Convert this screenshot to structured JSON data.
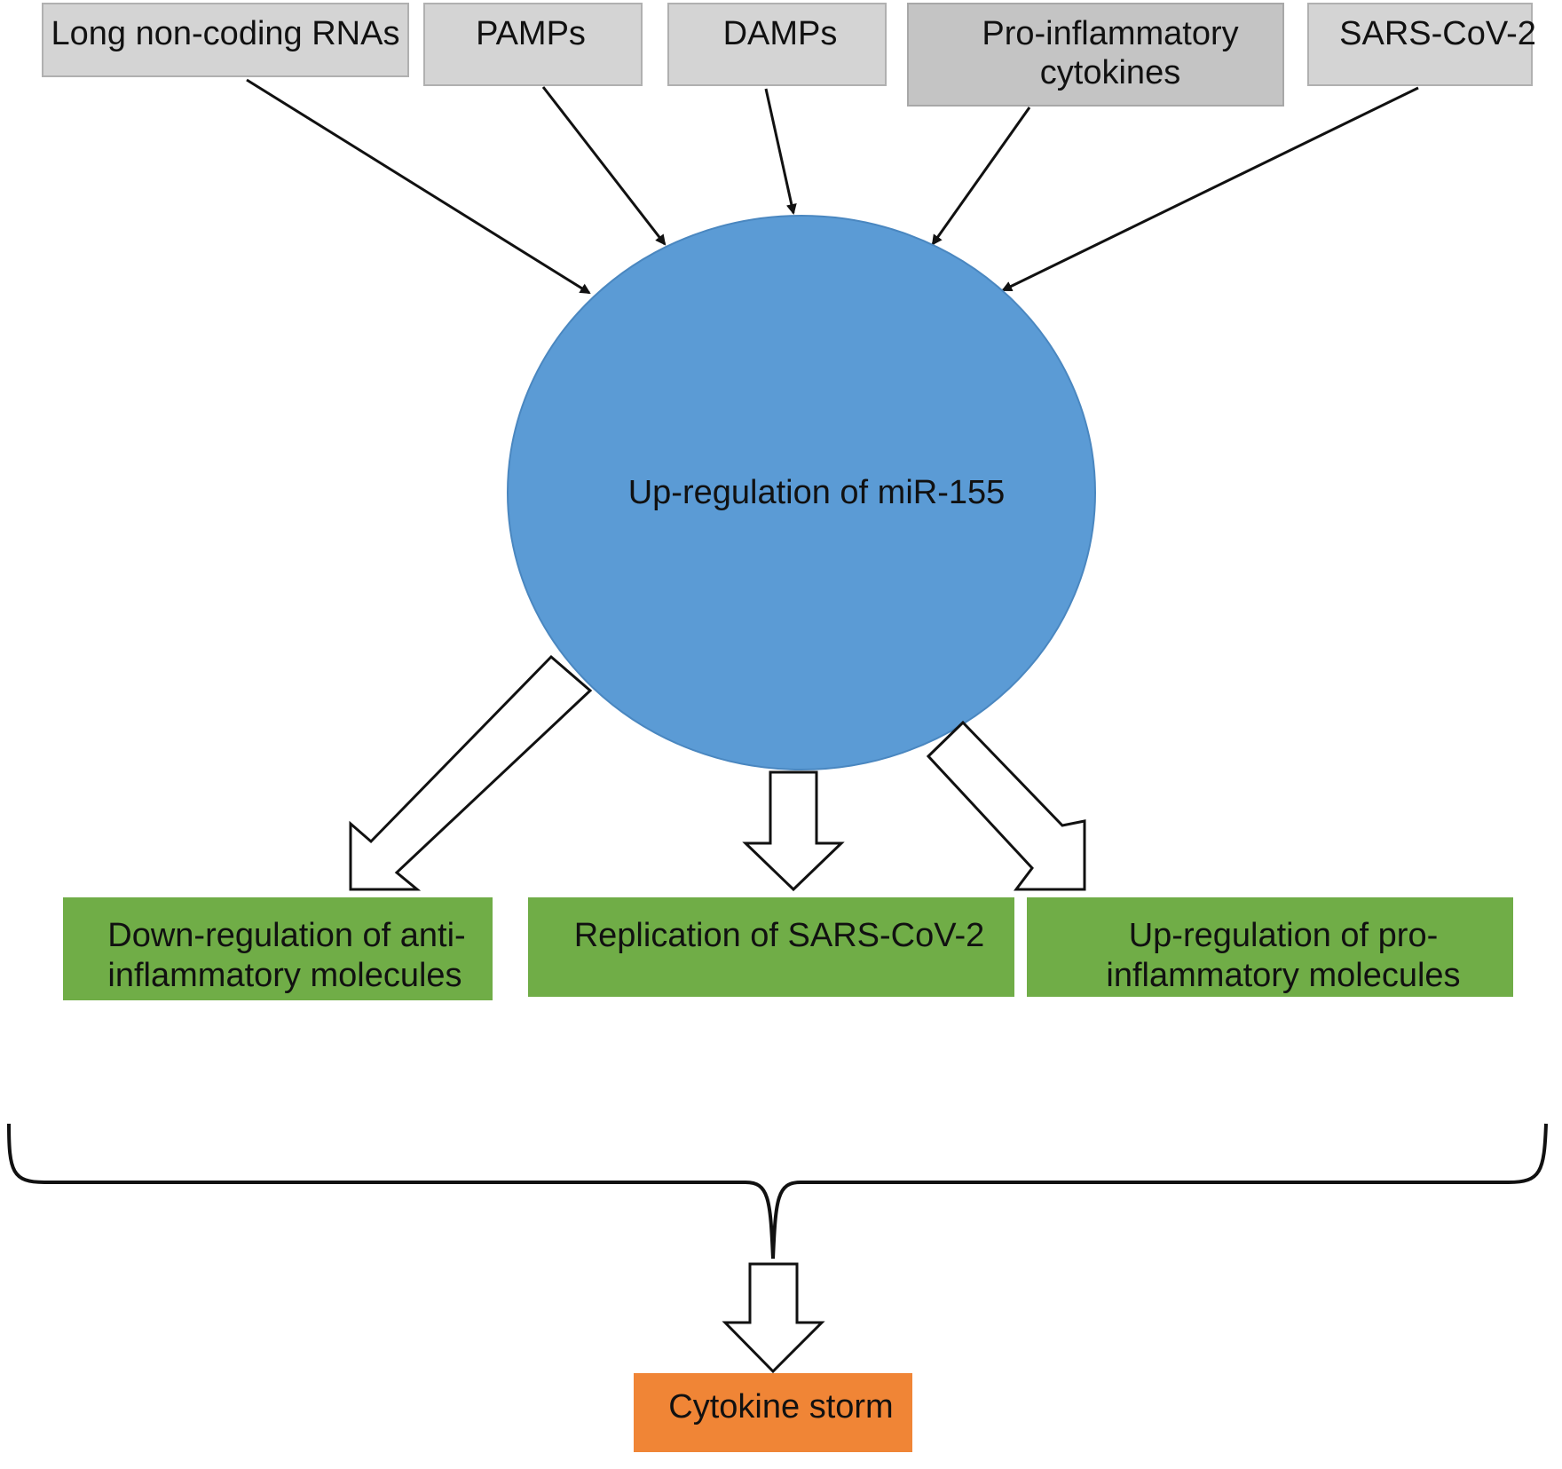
{
  "inputs": [
    {
      "line1": "Long non-coding RNAs",
      "line2": ""
    },
    {
      "line1": "PAMPs",
      "line2": ""
    },
    {
      "line1": "DAMPs",
      "line2": ""
    },
    {
      "line1": "Pro-inflammatory",
      "line2": "cytokines"
    },
    {
      "line1": "SARS-CoV-2",
      "line2": ""
    }
  ],
  "center": {
    "label": "Up-regulation of miR-155"
  },
  "outcomes": [
    {
      "line1": "Down-regulation of anti-",
      "line2": "inflammatory molecules"
    },
    {
      "line1": "Replication of SARS-CoV-2",
      "line2": ""
    },
    {
      "line1": "Up-regulation of pro-",
      "line2": "inflammatory molecules"
    }
  ],
  "result": {
    "label": "Cytokine storm"
  },
  "colors": {
    "input_box": "#d4d4d4",
    "input_box_dark": "#c4c4c4",
    "center_circle": "#5b9bd5",
    "outcome_box": "#70ad47",
    "result_box": "#f08536",
    "arrow_stroke": "#111111"
  }
}
